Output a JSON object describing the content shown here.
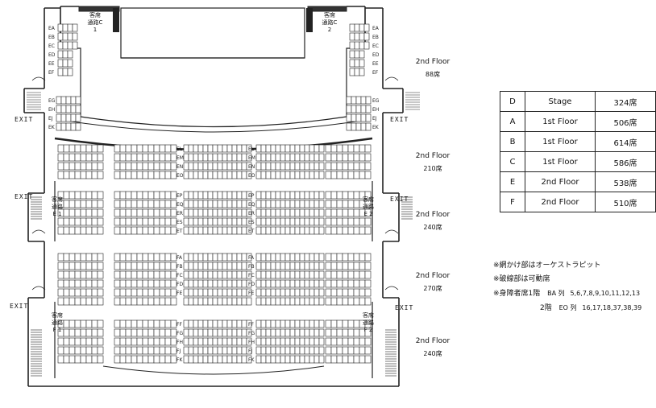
{
  "floors": [
    {
      "label": "2nd Floor",
      "count": "88席"
    },
    {
      "label": "2nd Floor",
      "count": "210席"
    },
    {
      "label": "2nd Floor",
      "count": "240席"
    },
    {
      "label": "2nd Floor",
      "count": "270席"
    },
    {
      "label": "2nd Floor",
      "count": "240席"
    }
  ],
  "exits": [
    "EXIT",
    "EXIT",
    "EXIT",
    "EXIT",
    "EXIT",
    "EXIT"
  ],
  "aisles": [
    {
      "line1": "客席",
      "line2": "通路",
      "line3": "C 1"
    },
    {
      "line1": "客席",
      "line2": "通路",
      "line3": "C 2"
    },
    {
      "line1": "客席",
      "line2": "通路",
      "line3": "E 1"
    },
    {
      "line1": "客席",
      "line2": "通路",
      "line3": "E 2"
    },
    {
      "line1": "客席",
      "line2": "通路",
      "line3": "F 1"
    },
    {
      "line1": "客席",
      "line2": "通路",
      "line3": "F 2"
    }
  ],
  "row_labels_side": [
    "EA",
    "EB",
    "EC",
    "ED",
    "EE",
    "EF",
    "EG",
    "EH",
    "EJ",
    "EK"
  ],
  "row_labels_center": [
    "EL",
    "EM",
    "EN",
    "EO",
    "EP",
    "EQ",
    "ER",
    "ES",
    "ET",
    "FA",
    "FB",
    "FC",
    "FD",
    "FE",
    "FF",
    "FG",
    "FH",
    "FJ",
    "FK"
  ],
  "legend": [
    {
      "code": "D",
      "name": "Stage",
      "seats": "324席"
    },
    {
      "code": "A",
      "name": "1st Floor",
      "seats": "506席"
    },
    {
      "code": "B",
      "name": "1st Floor",
      "seats": "614席"
    },
    {
      "code": "C",
      "name": "1st Floor",
      "seats": "586席"
    },
    {
      "code": "E",
      "name": "2nd Floor",
      "seats": "538席"
    },
    {
      "code": "F",
      "name": "2nd Floor",
      "seats": "510席"
    }
  ],
  "notes": {
    "orchestra_pit": "※網かけ部はオーケストラピット",
    "movable": "※破線部は可動席",
    "wheelchair_prefix": "※身障者席",
    "wheelchair_floor1": "1階",
    "wheelchair_floor1_row": "BA 列",
    "wheelchair_floor1_seats": "5,6,7,8,9,10,11,12,13",
    "wheelchair_floor2": "2階",
    "wheelchair_floor2_row": "EO 列",
    "wheelchair_floor2_seats": "16,17,18,37,38,39"
  },
  "colors": {
    "ink": "#222222",
    "fill": "#ffffff",
    "shade": "#e6e6e6"
  }
}
